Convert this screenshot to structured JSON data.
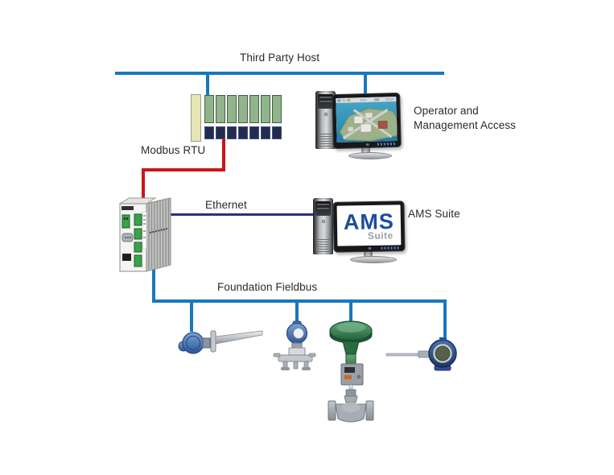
{
  "labels": {
    "third_party_host": "Third Party Host",
    "operator_access_line1": "Operator and",
    "operator_access_line2": "Management Access",
    "modbus_rtu": "Modbus RTU",
    "ethernet": "Ethernet",
    "ams_suite": "AMS Suite",
    "foundation_fieldbus": "Foundation Fieldbus"
  },
  "ams_screen": {
    "title": "AMS",
    "subtitle": "Suite"
  },
  "rack": {
    "green_slots": 7,
    "io_slots": 7
  },
  "devices": [
    "modbus-rtu-rack",
    "fieldbus-gateway",
    "operator-workstation",
    "ams-workstation",
    "temperature-sensor-thermowell",
    "pressure-transmitter",
    "control-valve",
    "temperature-transmitter"
  ],
  "colors": {
    "bus_blue": "#1878be",
    "serial_red": "#ce1316",
    "ethernet_navy": "#2b2f84",
    "rack_cream": "#e6e7b4",
    "rack_green": "#92b48c",
    "rack_navy": "#232c50",
    "valve_green": "#2f7a47",
    "device_blue": "#3a6cb0",
    "text": "#2b2a2a"
  }
}
